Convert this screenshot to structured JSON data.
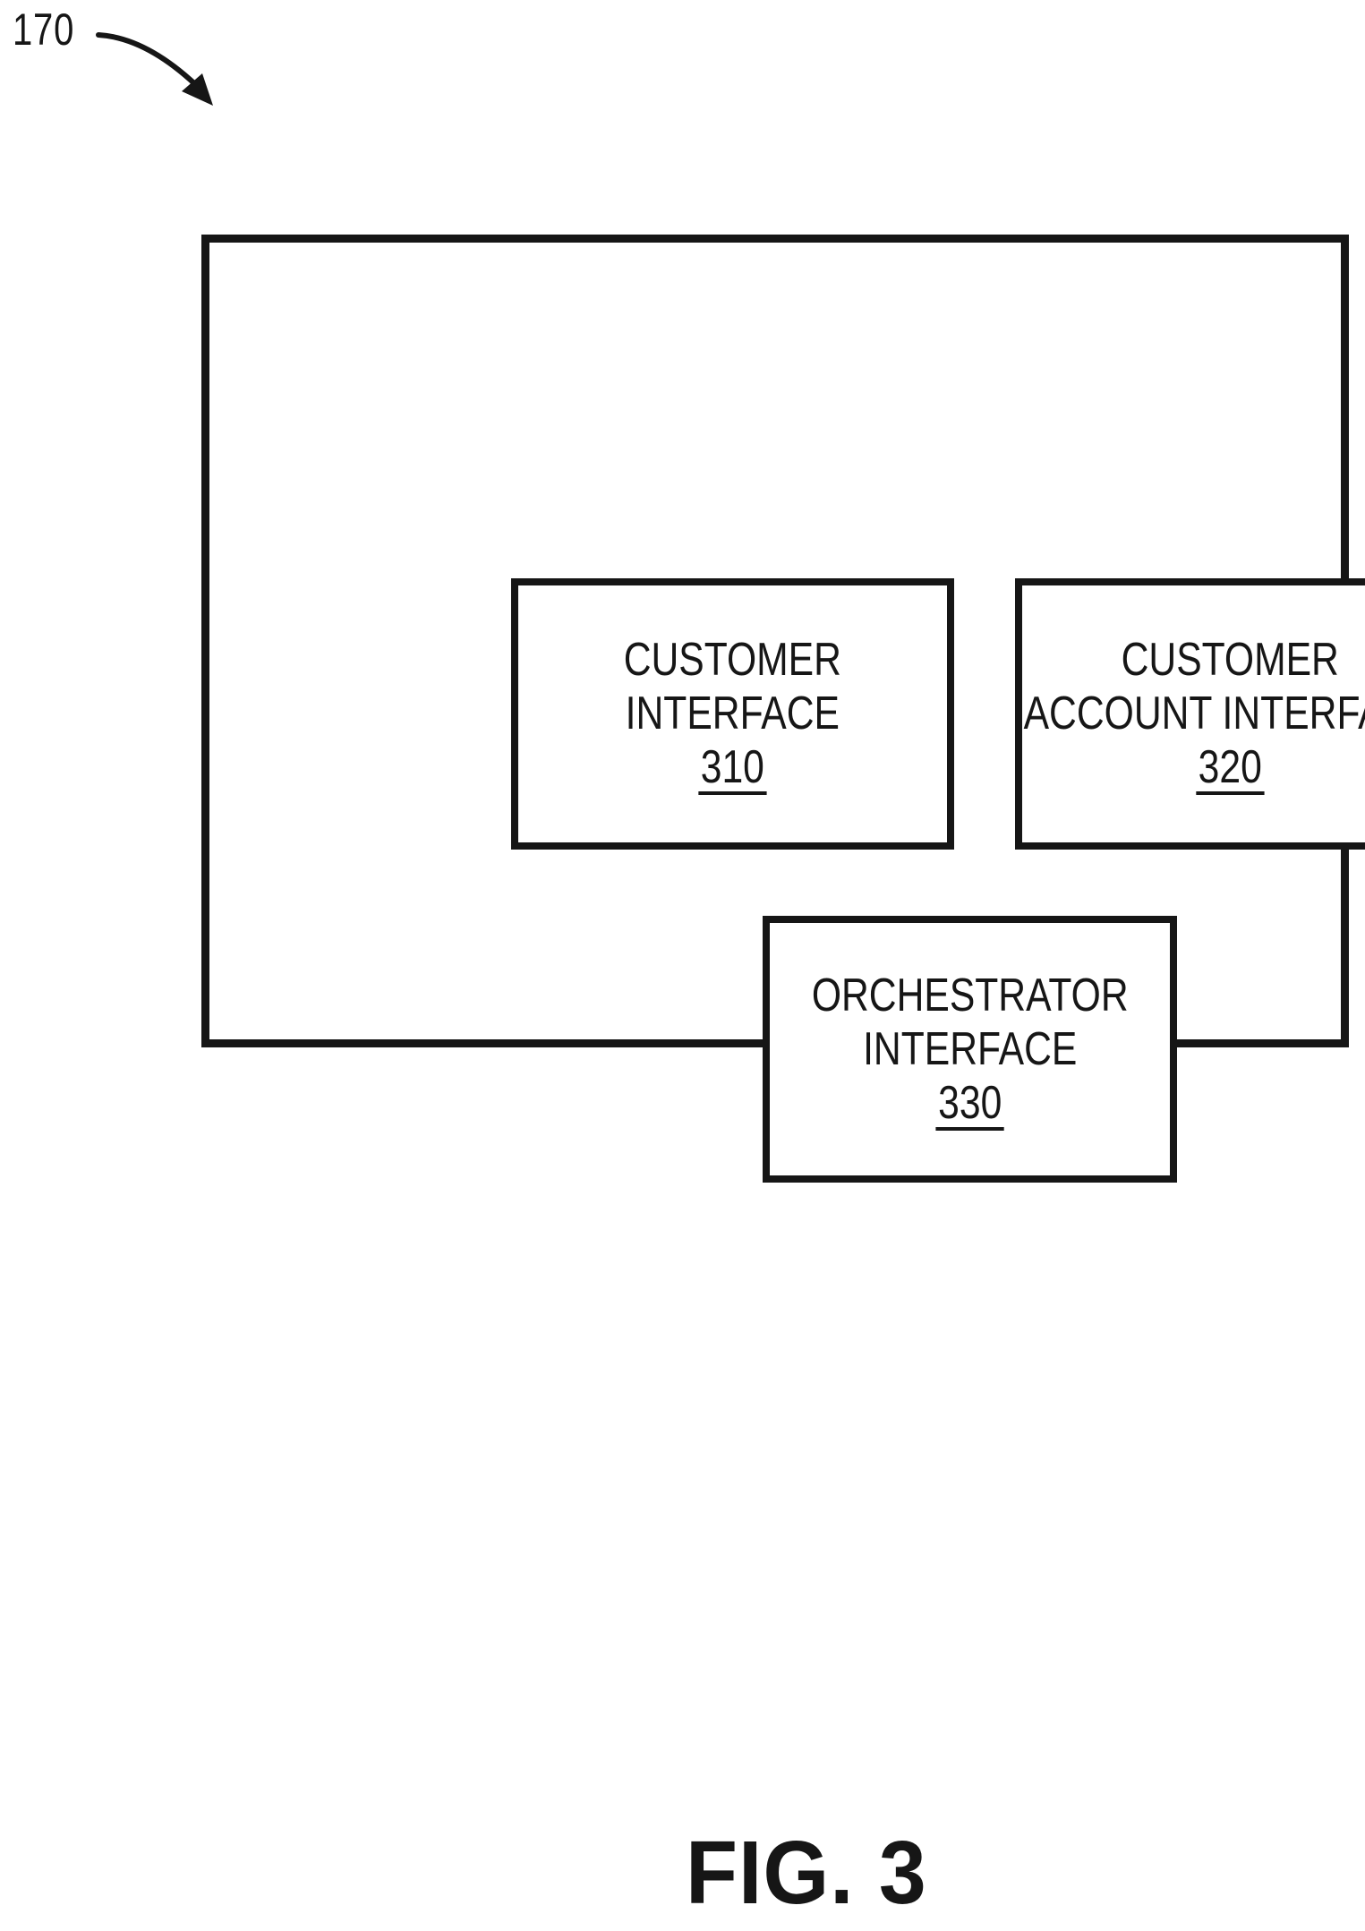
{
  "page": {
    "background_color": "#ffffff",
    "ink_color": "#161616"
  },
  "figure": {
    "reference_number": "170",
    "caption": "FIG. 3"
  },
  "diagram": {
    "boxes": [
      {
        "name": "customer-interface",
        "title_lines": [
          "CUSTOMER",
          "INTERFACE"
        ],
        "ref": "310"
      },
      {
        "name": "customer-account-interface",
        "title_lines": [
          "CUSTOMER",
          "ACCOUNT INTERFACE"
        ],
        "ref": "320"
      },
      {
        "name": "orchestrator-interface",
        "title_lines": [
          "ORCHESTRATOR",
          "INTERFACE"
        ],
        "ref": "330"
      }
    ]
  }
}
